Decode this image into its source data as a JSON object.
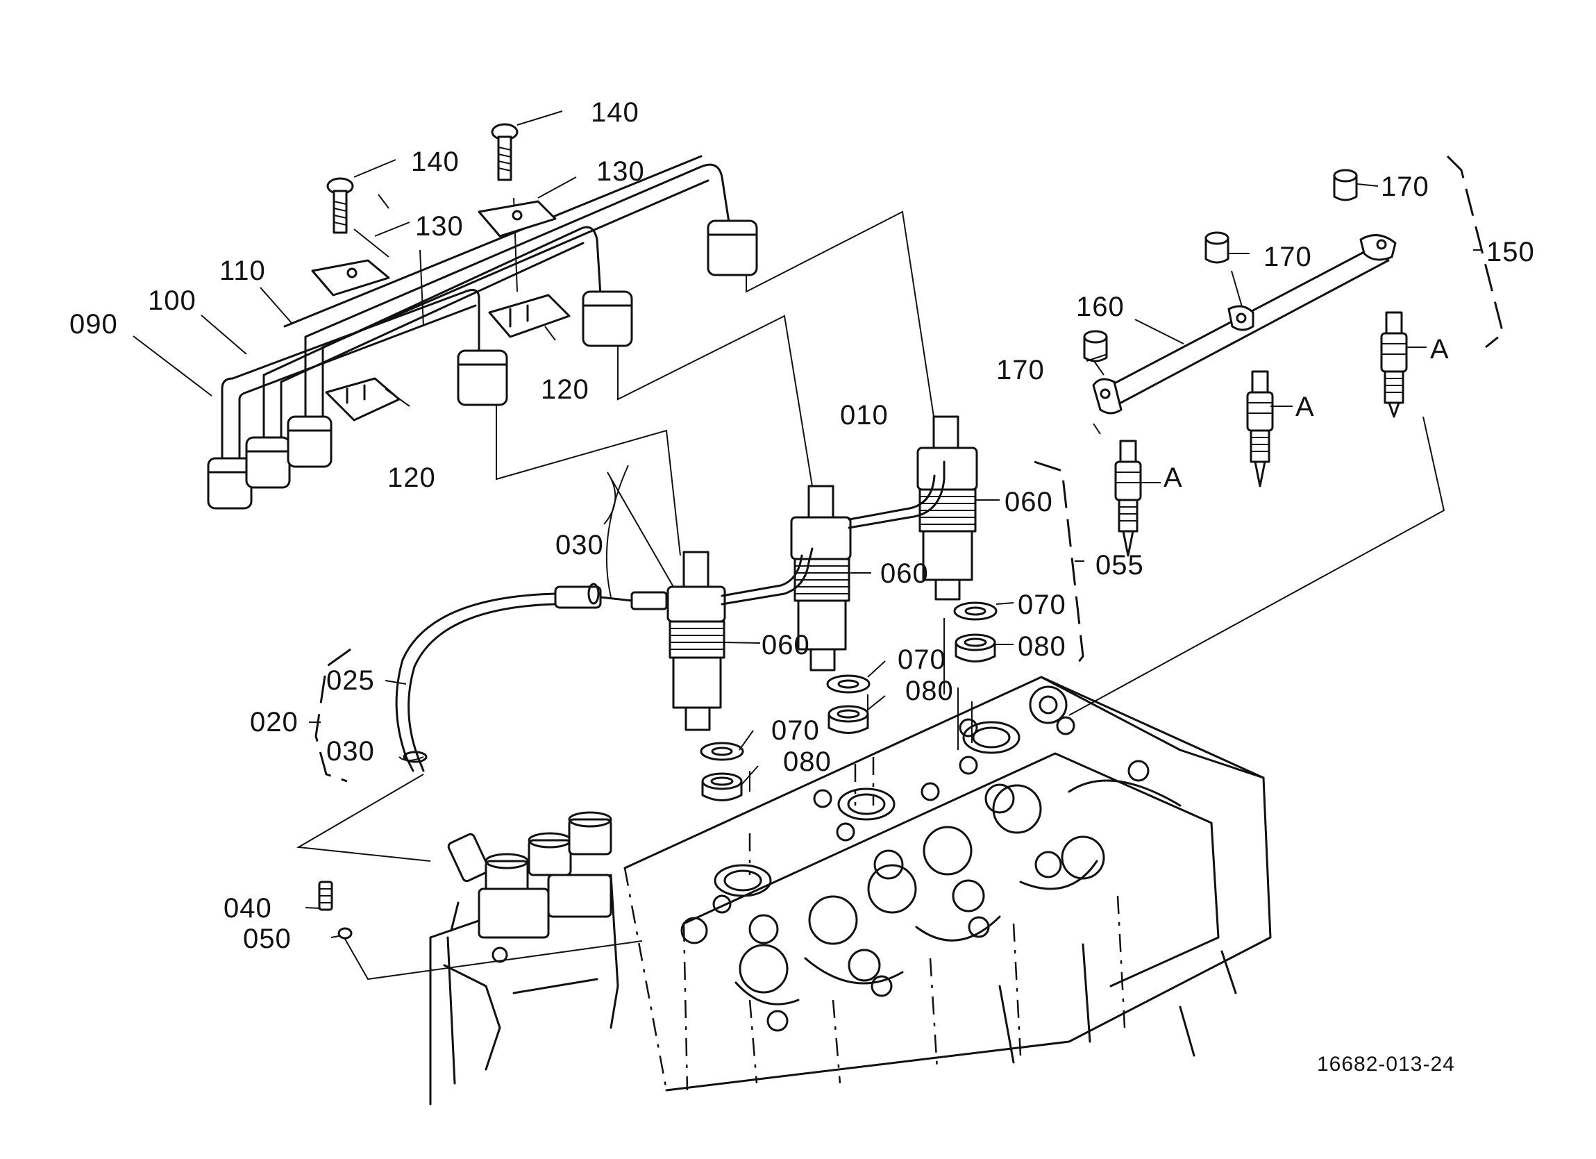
{
  "callouts": {
    "p010": "010",
    "p020": "020",
    "p025": "025",
    "p030_tube": "030",
    "p030_clamp": "030",
    "p040": "040",
    "p050": "050",
    "p055": "055",
    "p060_left": "060",
    "p060_mid": "060",
    "p060_right": "060",
    "p070_left": "070",
    "p070_mid": "070",
    "p070_right": "070",
    "p080_left": "080",
    "p080_mid": "080",
    "p080_right": "080",
    "p090": "090",
    "p100": "100",
    "p110": "110",
    "p120_front": "120",
    "p120_rear": "120",
    "p130_left": "130",
    "p130_right": "130",
    "p140_left": "140",
    "p140_right": "140",
    "p150": "150",
    "p160": "160",
    "p170_left": "170",
    "p170_mid": "170",
    "p170_right": "170",
    "pA_left": "A",
    "pA_mid": "A",
    "pA_right": "A"
  },
  "reference_number": "16682-013-24"
}
